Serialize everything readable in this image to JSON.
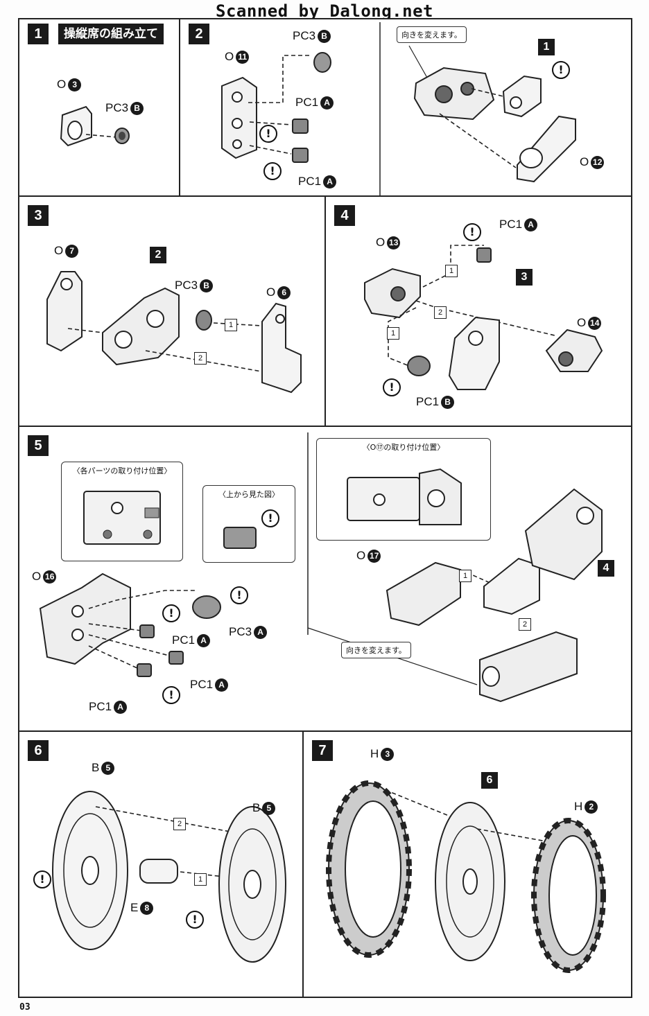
{
  "watermark": "Scanned by Dalong.net",
  "page_number": "03",
  "steps": {
    "s1": {
      "num": "1",
      "title": "操縦席の組み立て",
      "labels": {
        "o3": {
          "prefix": "O",
          "num": "3"
        },
        "pc3b": {
          "prefix": "PC3",
          "num": "B"
        }
      }
    },
    "s2": {
      "num": "2",
      "callout": "向きを変えます。",
      "ref_num": "1",
      "labels": {
        "pc3b": {
          "prefix": "PC3",
          "num": "B"
        },
        "o11": {
          "prefix": "O",
          "num": "11"
        },
        "pc1a_1": {
          "prefix": "PC1",
          "num": "A"
        },
        "pc1a_2": {
          "prefix": "PC1",
          "num": "A"
        },
        "o12": {
          "prefix": "O",
          "num": "12"
        }
      }
    },
    "s3": {
      "num": "3",
      "ref_num": "2",
      "seq1": "1",
      "seq2": "2",
      "labels": {
        "o7": {
          "prefix": "O",
          "num": "7"
        },
        "pc3b": {
          "prefix": "PC3",
          "num": "B"
        },
        "o6": {
          "prefix": "O",
          "num": "6"
        }
      }
    },
    "s4": {
      "num": "4",
      "ref_num": "3",
      "seq1": "1",
      "seq2": "2",
      "seq3": "1",
      "labels": {
        "o13": {
          "prefix": "O",
          "num": "13"
        },
        "pc1a": {
          "prefix": "PC1",
          "num": "A"
        },
        "o14": {
          "prefix": "O",
          "num": "14"
        },
        "pc1b": {
          "prefix": "PC1",
          "num": "B"
        }
      }
    },
    "s5": {
      "num": "5",
      "ref_num": "4",
      "seq1": "1",
      "seq2": "2",
      "inset_parts": "〈各パーツの取り付け位置〉",
      "inset_top": "〈上から見た図〉",
      "inset_o17": "〈O⑰の取り付け位置〉",
      "callout": "向きを変えます。",
      "labels": {
        "o16": {
          "prefix": "O",
          "num": "16"
        },
        "o17": {
          "prefix": "O",
          "num": "17"
        },
        "pc3a": {
          "prefix": "PC3",
          "num": "A"
        },
        "pc1a_1": {
          "prefix": "PC1",
          "num": "A"
        },
        "pc1a_2": {
          "prefix": "PC1",
          "num": "A"
        },
        "pc1a_3": {
          "prefix": "PC1",
          "num": "A"
        }
      }
    },
    "s6": {
      "num": "6",
      "seq1": "1",
      "seq2": "2",
      "labels": {
        "b5_1": {
          "prefix": "B",
          "num": "5"
        },
        "b5_2": {
          "prefix": "B",
          "num": "5"
        },
        "e8": {
          "prefix": "E",
          "num": "8"
        }
      }
    },
    "s7": {
      "num": "7",
      "ref_num": "6",
      "labels": {
        "h3": {
          "prefix": "H",
          "num": "3"
        },
        "h2": {
          "prefix": "H",
          "num": "2"
        }
      }
    }
  },
  "warning_symbol": "!"
}
